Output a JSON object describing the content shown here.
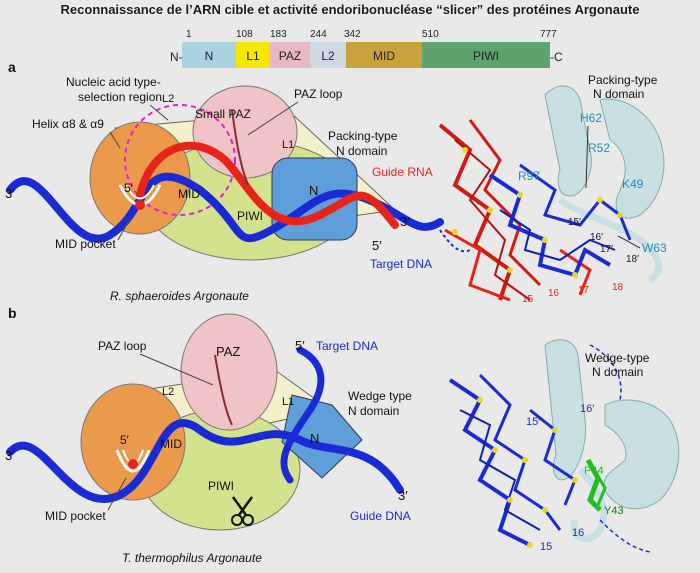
{
  "title": "Reconnaissance de l’ARN cible et activité endoribonucléase “slicer” des protéines Argonaute",
  "domain_bar": {
    "start_label": "N-",
    "end_label": "-C",
    "positions": [
      "1",
      "108",
      "183",
      "244",
      "342",
      "510",
      "777"
    ],
    "segments": [
      {
        "label": "N",
        "color": "#a9d3df"
      },
      {
        "label": "L1",
        "color": "#f6e600"
      },
      {
        "label": "PAZ",
        "color": "#e8b9c4"
      },
      {
        "label": "L2",
        "color": "#cfd8e3"
      },
      {
        "label": "MID",
        "color": "#c9a23c"
      },
      {
        "label": "PIWI",
        "color": "#5ea36d"
      }
    ]
  },
  "panel_a": {
    "letter": "a",
    "labels": {
      "nucleic_selection": "Nucleic acid type-",
      "nucleic_selection2": "selection region",
      "helix": "Helix α8 & α9",
      "small_paz": "Small PAZ",
      "paz_loop": "PAZ loop",
      "packing_n": "Packing-type",
      "packing_n2": "N domain",
      "l2": "L2",
      "l1": "L1",
      "mid": "MID",
      "n": "N",
      "piwi": "PIWI",
      "five_prime": "5′",
      "three_prime_left": "3′",
      "three_prime_right": "3′",
      "five_prime_right": "5′",
      "guide_rna": "Guide RNA",
      "target_dna": "Target DNA",
      "mid_pocket": "MID pocket",
      "caption": "R. sphaeroides Argonaute"
    },
    "structure_labels": {
      "header1": "Packing-type",
      "header2": "N domain",
      "h62": "H62",
      "r52": "R52",
      "r97": "R97",
      "k49": "K49",
      "w63": "W63",
      "n15": "15′",
      "n16": "16′",
      "n17": "17′",
      "n18": "18′",
      "m15": "15",
      "m16": "16",
      "m17": "17",
      "m18": "18"
    }
  },
  "panel_b": {
    "letter": "b",
    "labels": {
      "paz_loop": "PAZ loop",
      "paz": "PAZ",
      "five_prime_top": "5′",
      "target_dna": "Target DNA",
      "wedge_n": "Wedge type",
      "wedge_n2": "N domain",
      "l2": "L2",
      "l1": "L1",
      "mid": "MID",
      "n": "N",
      "piwi": "PIWI",
      "five_prime": "5′",
      "three_prime_left": "3′",
      "three_prime_right": "3′",
      "guide_dna": "Guide DNA",
      "mid_pocket": "MID pocket",
      "caption": "T. thermophilus Argonaute"
    },
    "structure_labels": {
      "header1": "Wedge-type",
      "header2": "N domain",
      "n16": "16′",
      "n15": "15′",
      "p44": "P44",
      "y43": "Y43",
      "m15": "15",
      "m16": "16"
    }
  },
  "colors": {
    "dna_blue": "#1a2bd6",
    "rna_red": "#e8231a",
    "mid_orange": "#ea9a4a",
    "paz_pink": "#f0c4c6",
    "piwi_green": "#d3e28c",
    "n_blue": "#5f9fd9",
    "helix_cyan": "#c8e0e3",
    "label_cyan": "#1a8fc4",
    "green_res": "#1ec01e"
  }
}
